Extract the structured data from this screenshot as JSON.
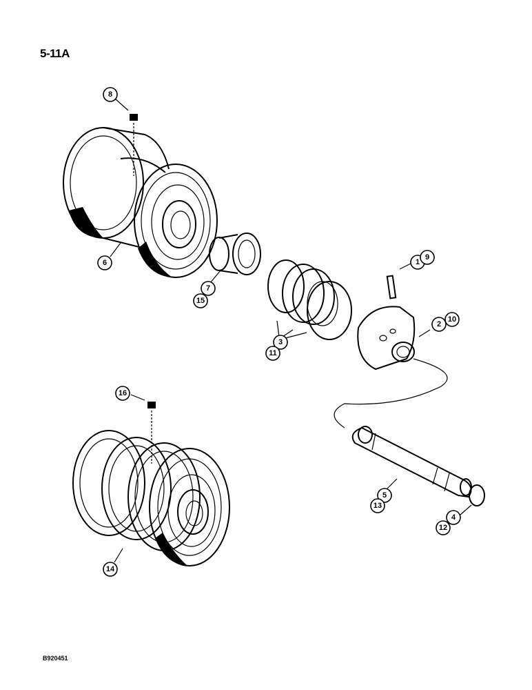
{
  "page_label": "5-11A",
  "figure_code": "B920451",
  "callouts": {
    "c8": "8",
    "c6": "6",
    "c7": "7",
    "c15": "15",
    "c3": "3",
    "c11": "11",
    "c1": "1",
    "c9": "9",
    "c2": "2",
    "c10": "10",
    "c16": "16",
    "c14": "14",
    "c5": "5",
    "c13": "13",
    "c4": "4",
    "c12": "12"
  }
}
